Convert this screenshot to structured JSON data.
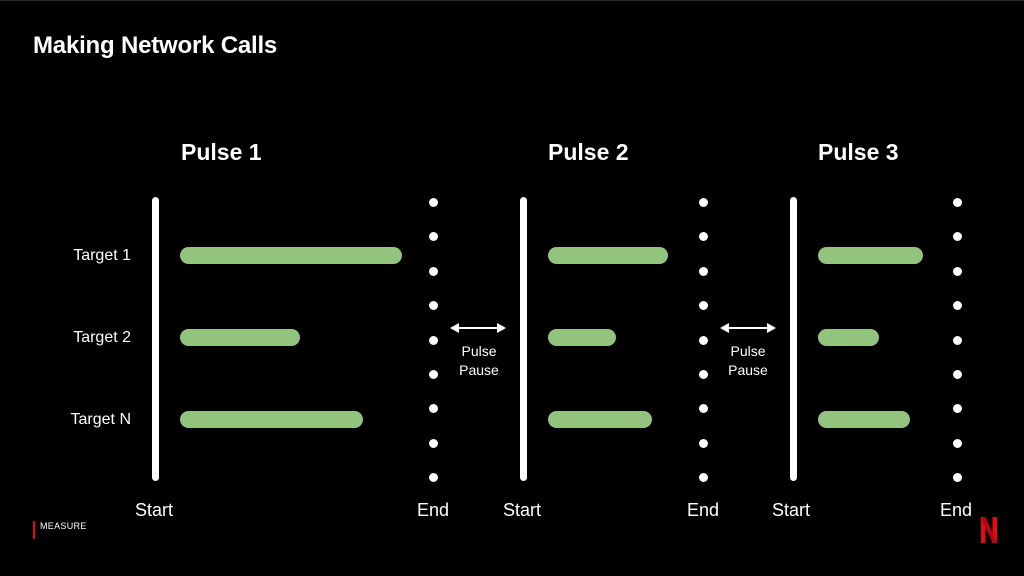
{
  "title": "Making Network Calls",
  "pulses": [
    {
      "label": "Pulse 1",
      "start_label": "Start",
      "end_label": "End",
      "bar_lengths": [
        222,
        120,
        183
      ]
    },
    {
      "label": "Pulse 2",
      "start_label": "Start",
      "end_label": "End",
      "bar_lengths": [
        120,
        68,
        104
      ]
    },
    {
      "label": "Pulse 3",
      "start_label": "Start",
      "end_label": "End",
      "bar_lengths": [
        105,
        61,
        92
      ]
    }
  ],
  "targets": [
    "Target 1",
    "Target 2",
    "Target N"
  ],
  "pause_label": "Pulse\nPause",
  "footer": "MEASURE",
  "colors": {
    "bar": "#92c47d",
    "accent": "#e50914",
    "background": "#000000"
  }
}
